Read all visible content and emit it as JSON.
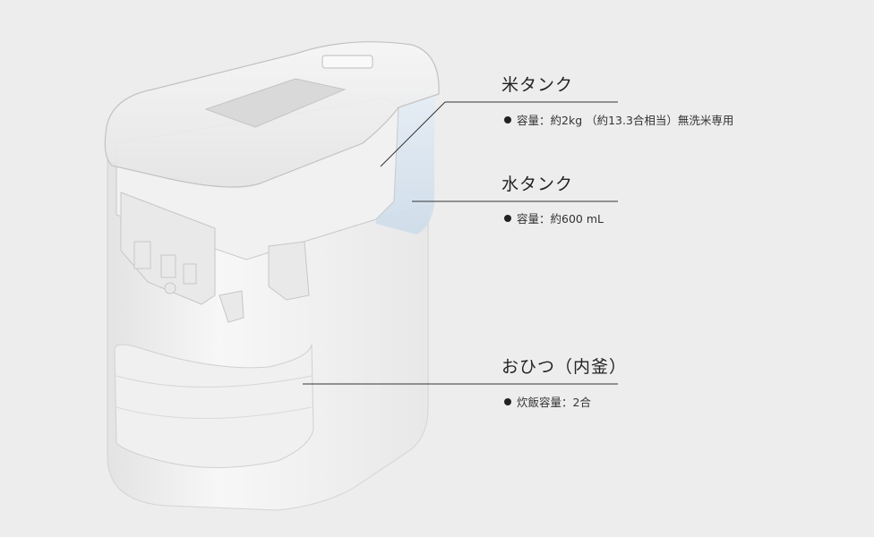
{
  "callouts": [
    {
      "title": "米タンク",
      "detail": "容量：約2kg （約13.3合相当）無洗米専用"
    },
    {
      "title": "水タンク",
      "detail": "容量：約600 mL"
    },
    {
      "title": "おひつ（内釜）",
      "detail": "炊飯容量：2合"
    }
  ],
  "colors": {
    "background": "#ededed",
    "body_white": "#f3f3f3",
    "leader_line": "#333333",
    "water_tank_tint": "#d6e4f0"
  }
}
